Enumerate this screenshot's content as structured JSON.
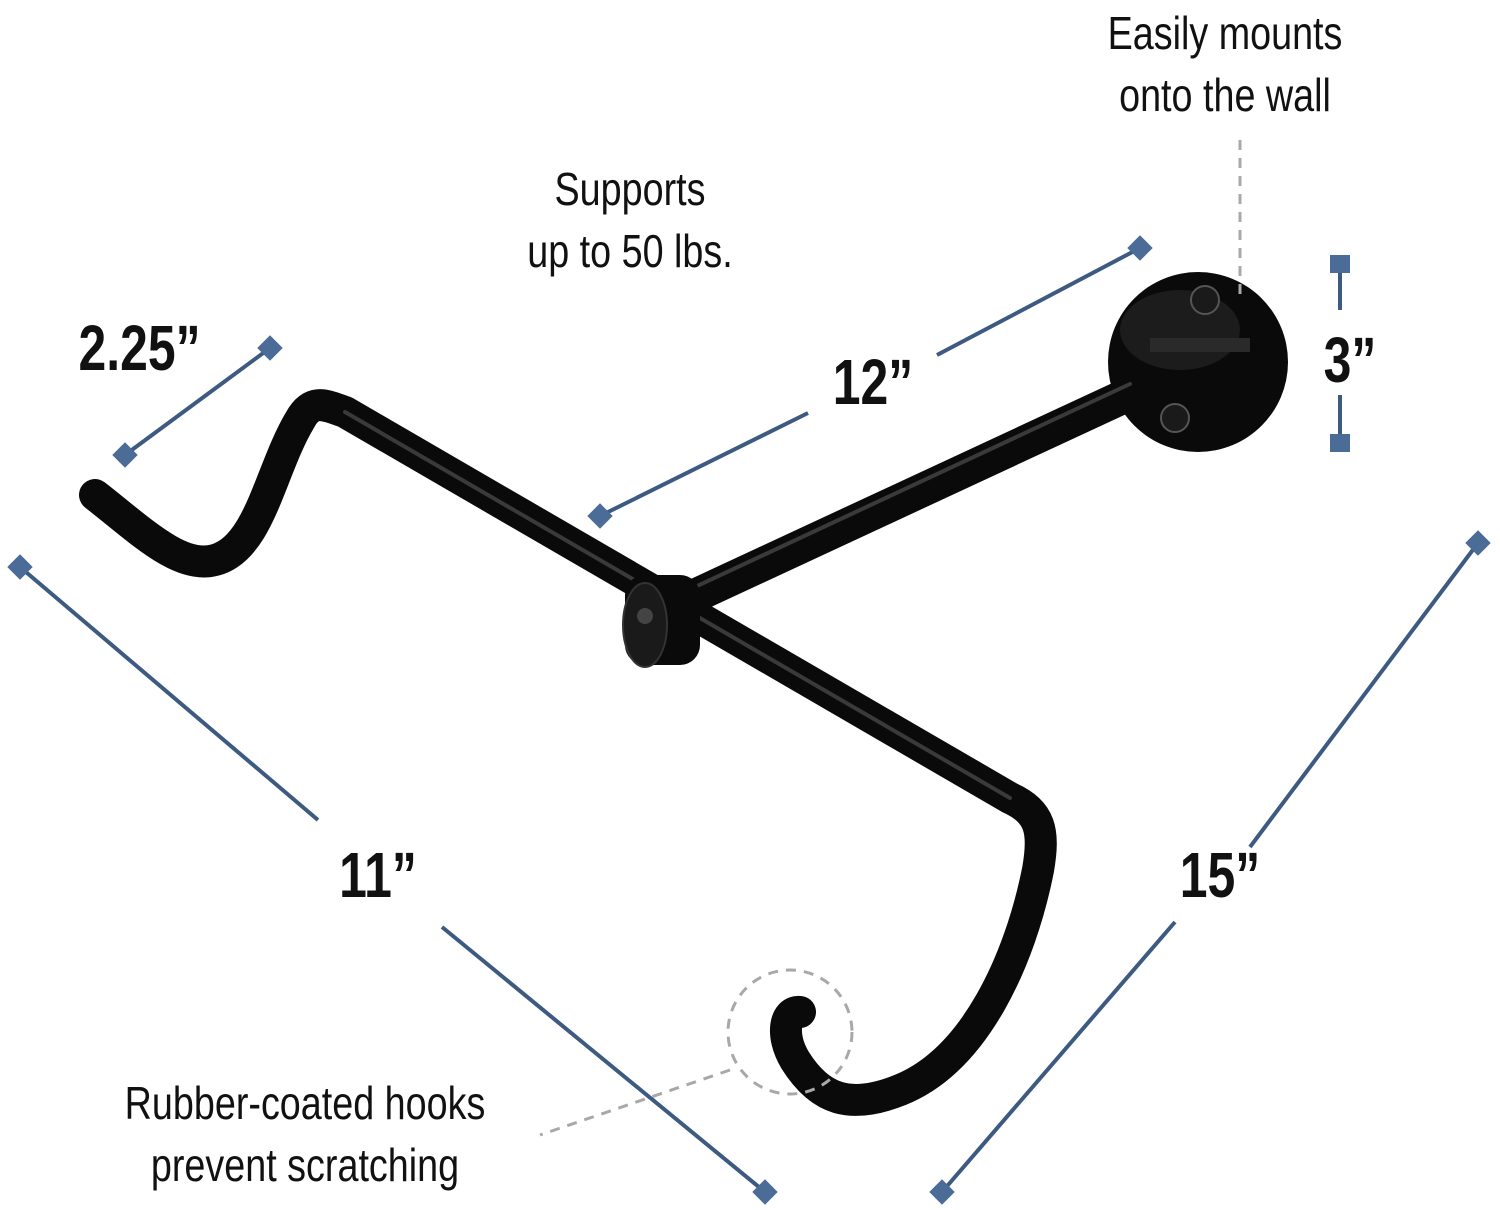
{
  "features": {
    "mount_line1": "Easily mounts",
    "mount_line2": "onto the wall",
    "support_line1": "Supports",
    "support_line2": "up to 50 lbs.",
    "hooks_line1": "Rubber-coated hooks",
    "hooks_line2": "prevent scratching"
  },
  "dimensions": {
    "hook_depth": "2.25”",
    "arm_length": "12”",
    "plate_diameter": "3”",
    "width": "11”",
    "depth": "15”"
  },
  "colors": {
    "dimension_line": "#3d5a80",
    "dimension_marker": "#4a6c96",
    "product": "#0a0a0a",
    "callout_dash": "#a8a8a8"
  }
}
